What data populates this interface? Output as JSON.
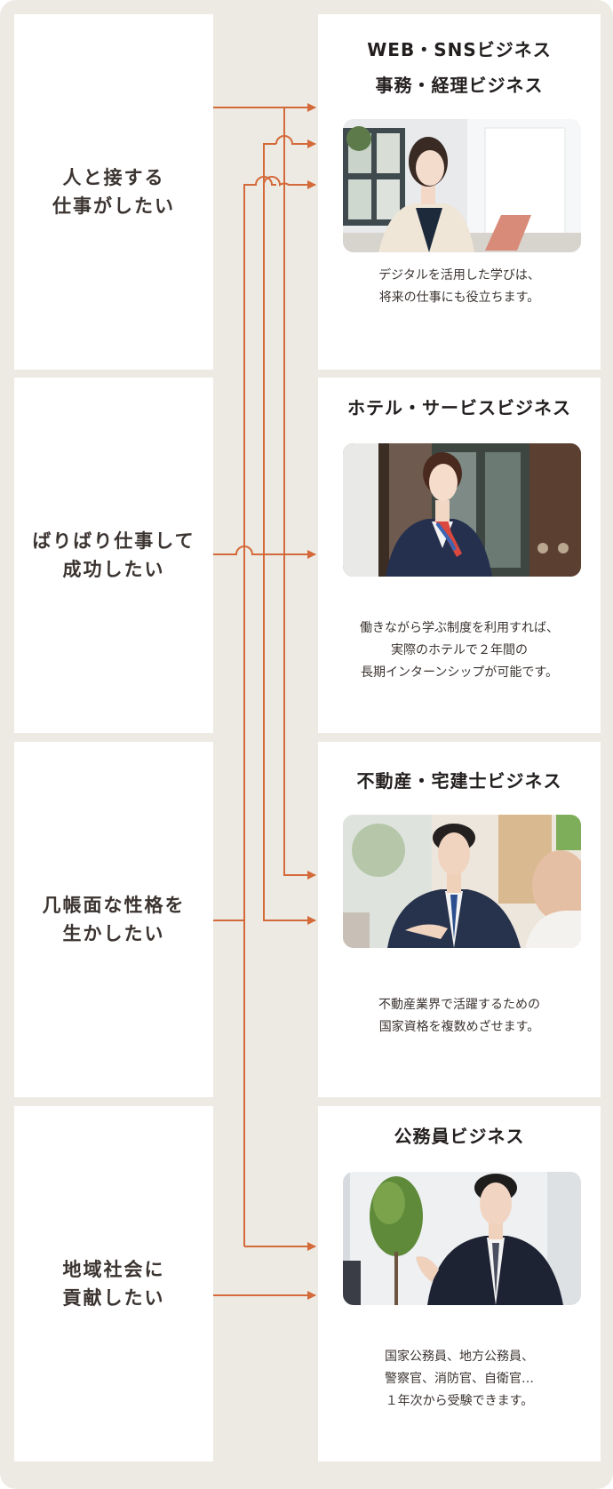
{
  "colors": {
    "background": "#edeae3",
    "card": "#ffffff",
    "connector": "#d46a3a",
    "text": "#3b3431"
  },
  "wishes": [
    {
      "label": "人と接する\n仕事がしたい"
    },
    {
      "label": "ばりばり仕事して\n成功したい"
    },
    {
      "label": "几帳面な性格を\n生かしたい"
    },
    {
      "label": "地域社会に\n貢献したい"
    }
  ],
  "courses": [
    {
      "title": "WEB・SNSビジネス\n事務・経理ビジネス",
      "photo": "office-woman-at-laptop-photo",
      "description": "デジタルを活用した学びは、\n将来の仕事にも役立ちます。"
    },
    {
      "title": "ホテル・サービスビジネス",
      "photo": "hotel-concierge-woman-photo",
      "description": "働きながら学ぶ制度を利用すれば、\n実際のホテルで２年間の\n長期インターンシップが可能です。"
    },
    {
      "title": "不動産・宅建士ビジネス",
      "photo": "real-estate-agent-man-photo",
      "description": "不動産業界で活躍するための\n国家資格を複数めざせます。"
    },
    {
      "title": "公務員ビジネス",
      "photo": "civil-servant-man-photo",
      "description": "国家公務員、地方公務員、\n警察官、消防官、自衛官…\n１年次から受験できます。"
    }
  ]
}
